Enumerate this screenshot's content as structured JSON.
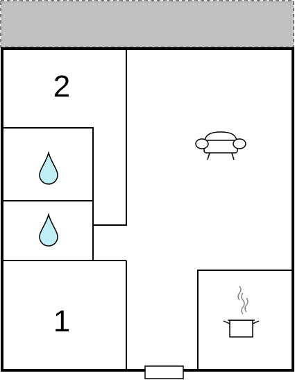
{
  "floorplan": {
    "colors": {
      "terrace_fill": "#c0c0c0",
      "wall": "#000000",
      "floor": "#ffffff",
      "water": "#bfeef4"
    },
    "rooms": [
      {
        "id": "bedroom-2",
        "label": "2"
      },
      {
        "id": "bedroom-1",
        "label": "1"
      }
    ],
    "bathrooms": [
      {
        "id": "bathroom-upper",
        "icon": "water-drop-icon"
      },
      {
        "id": "bathroom-lower",
        "icon": "water-drop-icon"
      }
    ],
    "living_room": {
      "icon": "sofa-icon"
    },
    "kitchen": {
      "icon": "cooking-pot-icon"
    },
    "terrace": {
      "style": "dashed"
    },
    "entrance": {
      "icon": "door-icon"
    }
  }
}
